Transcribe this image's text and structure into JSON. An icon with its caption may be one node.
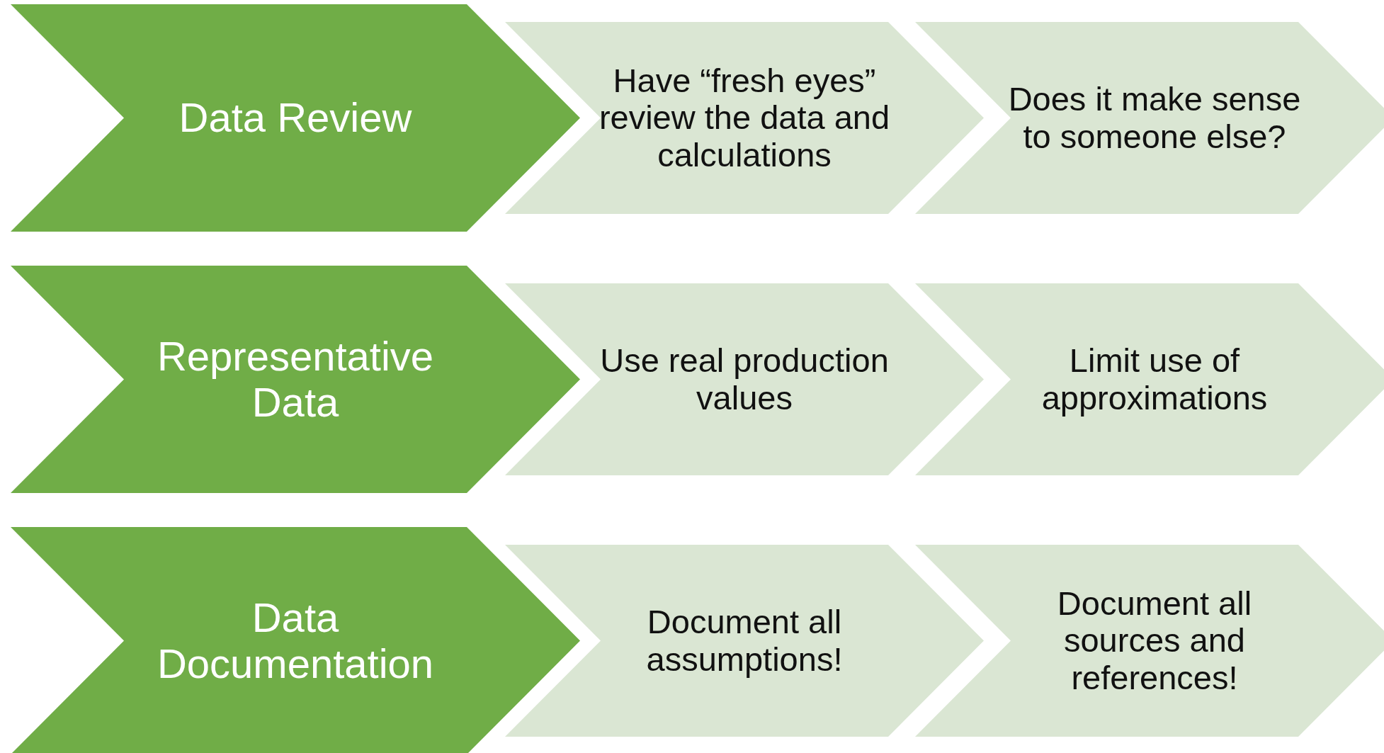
{
  "diagram": {
    "nodes": [
      {
        "text": [
          "Data Review"
        ]
      },
      {
        "text": [
          "Have “fresh eyes” review the data and calculations"
        ]
      },
      {
        "text": [
          "Does it make sense to someone else?"
        ]
      },
      {
        "text": [
          "Representative Data"
        ]
      },
      {
        "text": [
          "Use real production values"
        ]
      },
      {
        "text": [
          "Limit use of approximations"
        ]
      },
      {
        "text": [
          "Data Documentation"
        ]
      },
      {
        "text": [
          "Document all assumptions!"
        ]
      },
      {
        "text": [
          "Document all sources and references!"
        ]
      }
    ]
  }
}
